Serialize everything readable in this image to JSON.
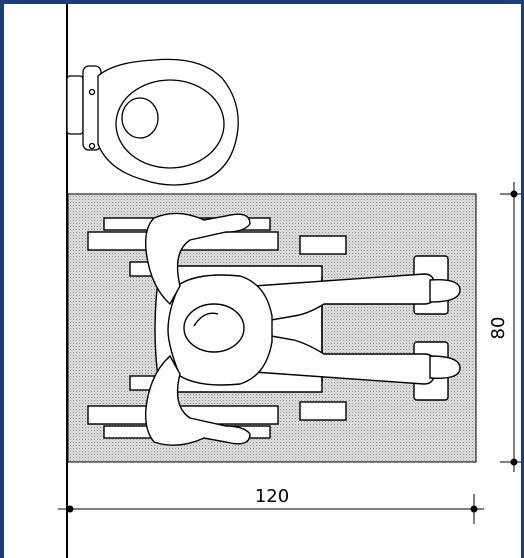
{
  "diagram": {
    "dimensions": {
      "width_label": "120",
      "depth_label": "80"
    },
    "colors": {
      "frame": "#1d3f78",
      "floor_zone_fill": "#c8c8c8",
      "line": "#000000"
    },
    "elements": [
      "wall",
      "toilet",
      "wheelchair-clear-floor-zone",
      "wheelchair-user",
      "width-dimension",
      "depth-dimension"
    ]
  }
}
